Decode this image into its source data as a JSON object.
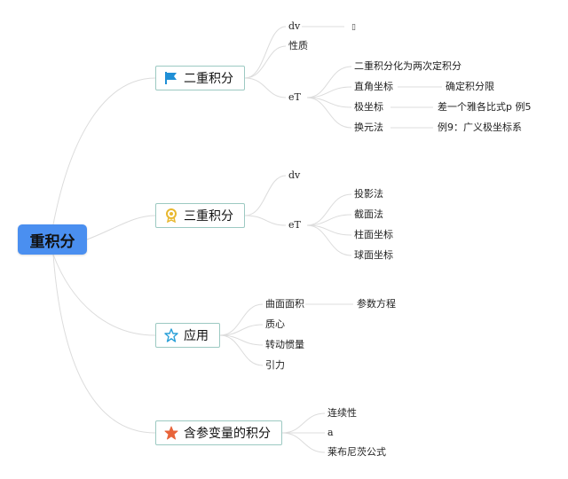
{
  "root": {
    "label": "重积分"
  },
  "branches": [
    {
      "label": "二重积分",
      "icon": "flag-icon",
      "children": [
        {
          "label": "dv",
          "children": [
            {
              "label": "▯"
            }
          ]
        },
        {
          "label": "性质"
        },
        {
          "label": "eT",
          "children": [
            {
              "label": "二重积分化为两次定积分"
            },
            {
              "label": "直角坐标",
              "children": [
                {
                  "label": "确定积分限"
                }
              ]
            },
            {
              "label": "极坐标",
              "children": [
                {
                  "label": "差一个雅各比式p 例5"
                }
              ]
            },
            {
              "label": "换元法",
              "children": [
                {
                  "label": "例9：广义极坐标系"
                }
              ]
            }
          ]
        }
      ]
    },
    {
      "label": "三重积分",
      "icon": "award-icon",
      "children": [
        {
          "label": "dv"
        },
        {
          "label": "eT",
          "children": [
            {
              "label": "投影法"
            },
            {
              "label": "截面法"
            },
            {
              "label": "柱面坐标"
            },
            {
              "label": "球面坐标"
            }
          ]
        }
      ]
    },
    {
      "label": "应用",
      "icon": "star-outline-icon",
      "children": [
        {
          "label": "曲面面积",
          "children": [
            {
              "label": "参数方程"
            }
          ]
        },
        {
          "label": "质心"
        },
        {
          "label": "转动惯量"
        },
        {
          "label": "引力"
        }
      ]
    },
    {
      "label": "含参变量的积分",
      "icon": "star-filled-icon",
      "children": [
        {
          "label": "连续性"
        },
        {
          "label": "a"
        },
        {
          "label": "莱布尼茨公式"
        }
      ]
    }
  ],
  "colors": {
    "root_fill": "#4a8ff0",
    "branch_border": "#9cc9c2",
    "link": "#dcdcdc",
    "flag": "#1f8fd6",
    "award": "#e8b830",
    "star_outline": "#2aa0d8",
    "star_filled": "#e8643a"
  }
}
